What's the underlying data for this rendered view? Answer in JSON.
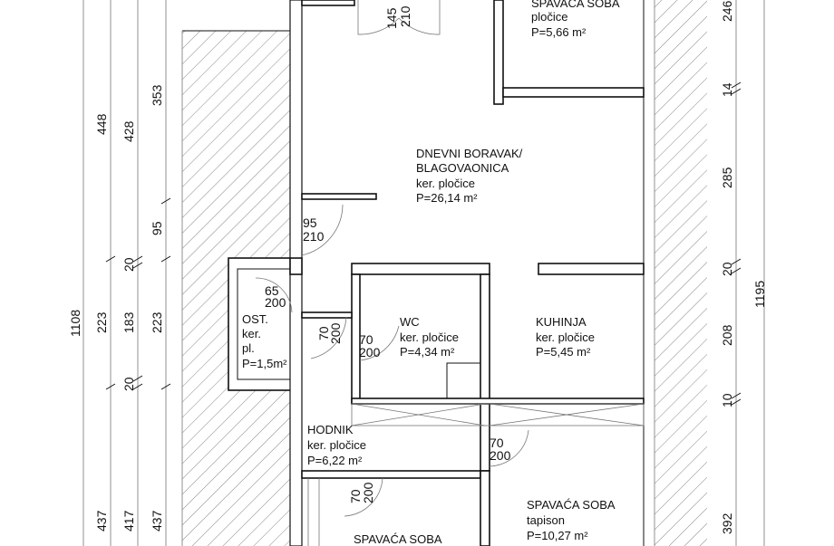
{
  "rooms": {
    "bedroom_top": {
      "name": "SPAVAĆA SOBA",
      "floor": "pločice",
      "area": "P=5,66 m²"
    },
    "living": {
      "name1": "DNEVNI BORAVAK/",
      "name2": "BLAGOVAONICA",
      "floor": "ker. pločice",
      "area": "P=26,14 m²"
    },
    "storage": {
      "name": "OST.",
      "floor1": "ker.",
      "floor2": "pl.",
      "area": "P=1,5m²"
    },
    "wc": {
      "name": "WC",
      "floor": "ker. pločice",
      "area": "P=4,34 m²"
    },
    "kitchen": {
      "name": "KUHINJA",
      "floor": "ker. pločice",
      "area": "P=5,45 m²"
    },
    "hallway": {
      "name": "HODNIK",
      "floor": "ker. pločice",
      "area": "P=6,22 m²"
    },
    "bedroom_right": {
      "name": "SPAVAĆA SOBA",
      "floor": "tapison",
      "area": "P=10,27 m²"
    },
    "bedroom_bottom": {
      "name": "SPAVAĆA SOBA"
    }
  },
  "doors": [
    {
      "w": "145",
      "h": "210"
    },
    {
      "w": "95",
      "h": "210"
    },
    {
      "w": "65",
      "h": "200"
    },
    {
      "w": "70",
      "h": "200"
    },
    {
      "w": "70",
      "h": "200"
    },
    {
      "w": "70",
      "h": "200"
    },
    {
      "w": "70",
      "h": "200"
    }
  ],
  "dims_left": {
    "total": "1108",
    "c1": [
      "448",
      "223",
      "437"
    ],
    "c2": [
      "428",
      "20",
      "183",
      "20",
      "417"
    ],
    "c3": [
      "353",
      "95",
      "223",
      "437"
    ]
  },
  "dims_right": {
    "total": "1195",
    "c1": [
      "246",
      "14",
      "285",
      "20",
      "208",
      "10",
      "392"
    ]
  }
}
